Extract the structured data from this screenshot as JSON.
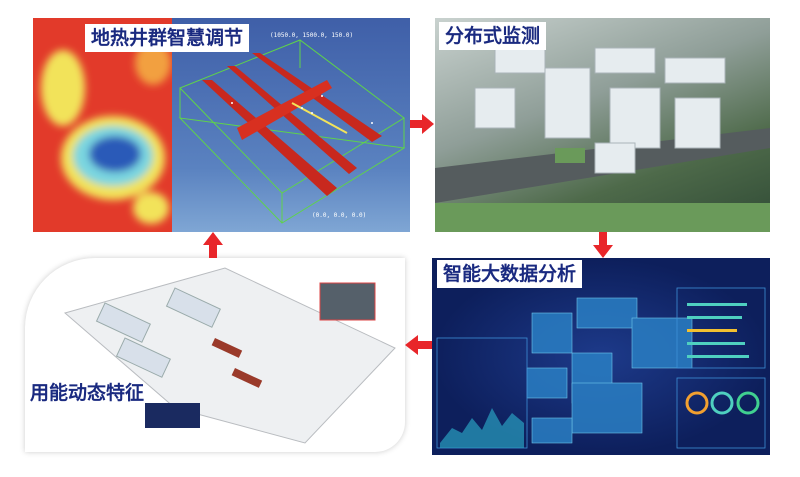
{
  "panels": {
    "geothermal": {
      "title": "地热井群智慧调节",
      "coord_max": "(1050.0, 1500.0, 150.0)",
      "coord_min": "(0.0, 0.0, 0.0)"
    },
    "monitoring": {
      "title": "分布式监测"
    },
    "bigdata": {
      "title": "智能大数据分析"
    },
    "energy": {
      "title": "用能动态特征"
    }
  },
  "colors": {
    "arrow": "#e8262a",
    "title_text": "#1a2a80",
    "dashboard_bg": "#0d1f5c",
    "model_bg": "#4a6fb0"
  }
}
